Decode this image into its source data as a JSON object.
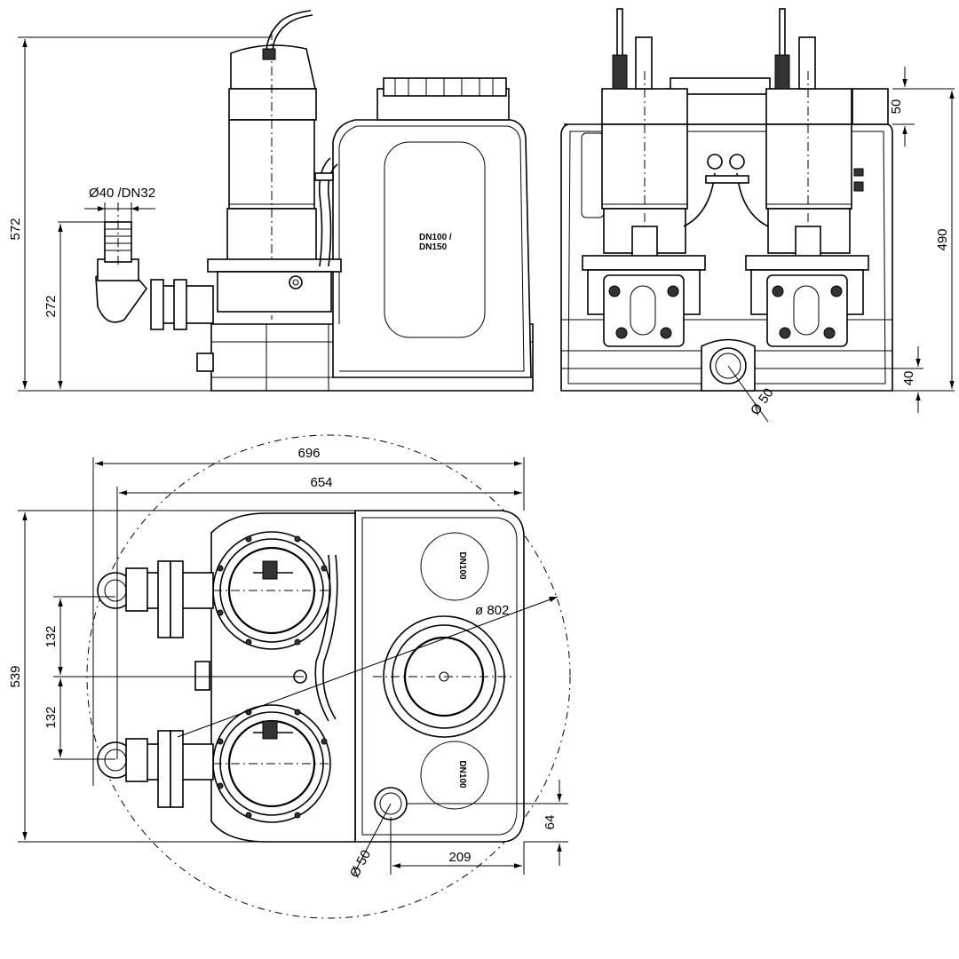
{
  "side_view": {
    "dim_total_height": "572",
    "dim_outlet_height": "272",
    "dim_outlet_diameter": "Ø40 /DN32",
    "inlet_label_line1": "DN100 /",
    "inlet_label_line2": "DN150"
  },
  "front_view": {
    "dim_top_offset": "50",
    "dim_tank_height": "490",
    "dim_base_height": "40",
    "dim_vent_diameter": "Ø 50"
  },
  "top_view": {
    "dim_overall_width": "696",
    "dim_tank_width": "654",
    "dim_depth": "539",
    "dim_outlet_spacing_upper": "132",
    "dim_outlet_spacing_lower": "132",
    "dim_circle_diameter": "ø 802",
    "dim_vent_diameter": "Ø 50",
    "dim_vent_x": "209",
    "dim_vent_y": "64",
    "inlet_label_upper": "DN100",
    "inlet_label_lower": "DN100"
  }
}
